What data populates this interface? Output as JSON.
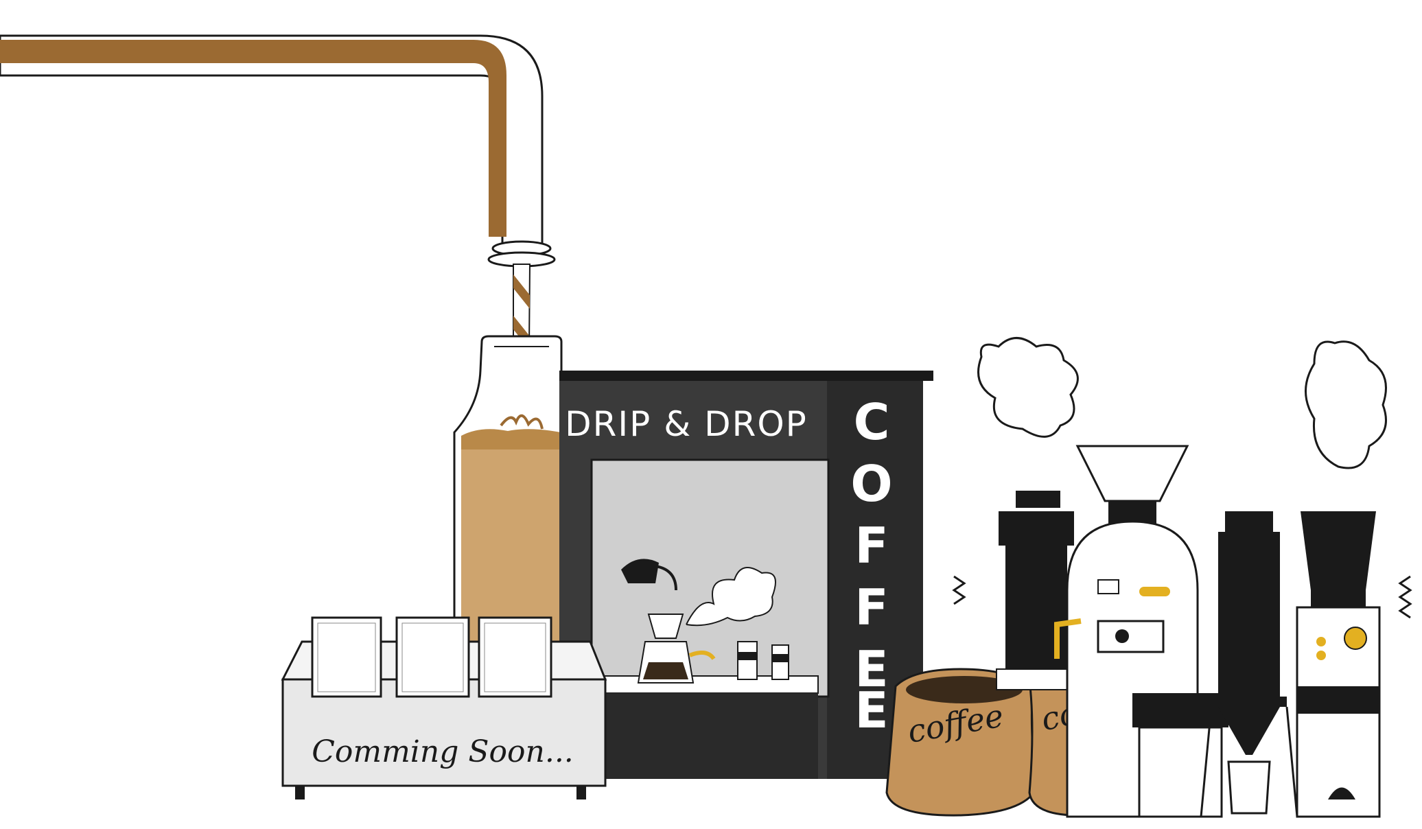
{
  "shop_sign": {
    "name": "DRIP & DROP",
    "vertical_letters": [
      "C",
      "O",
      "F",
      "F",
      "E",
      "E"
    ]
  },
  "counter_sign": {
    "text": "Comming Soon..."
  },
  "sacks": [
    {
      "label": "coffee"
    },
    {
      "label": "coffee"
    }
  ],
  "colors": {
    "coffee": "#9b6a32",
    "latte": "#c99a5e",
    "sack": "#c4935a",
    "dark": "#1a1a1a",
    "gray": "#cfcfcf",
    "accent": "#e3b021"
  }
}
